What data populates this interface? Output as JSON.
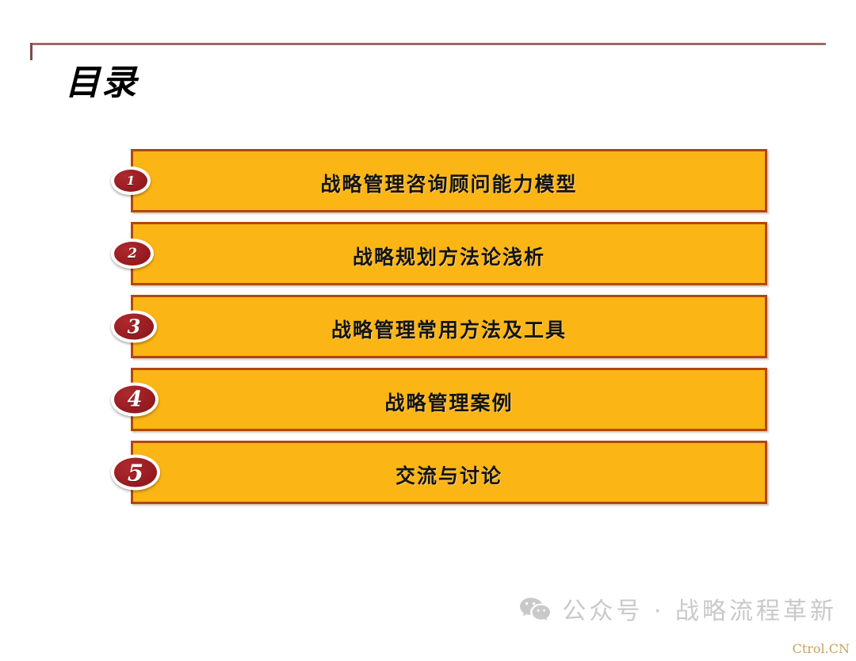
{
  "slide": {
    "title": "目录",
    "background_color": "#ffffff",
    "accent_rule_color": "#9e6b6b"
  },
  "toc": {
    "bar_fill_color": "#fbb515",
    "bar_border_color": "#b0480c",
    "badge_color": "#9a1d22",
    "items": [
      {
        "number": "1",
        "label": "战略管理咨询顾问能力模型"
      },
      {
        "number": "2",
        "label": "战略规划方法论浅析"
      },
      {
        "number": "3",
        "label": "战略管理常用方法及工具"
      },
      {
        "number": "4",
        "label": "战略管理案例"
      },
      {
        "number": "5",
        "label": "交流与讨论"
      }
    ]
  },
  "watermark": {
    "icon": "wechat-icon",
    "text": "公众号 · 战略流程革新",
    "color": "#c9c9c9"
  },
  "corner_mark": {
    "text": "Ctrol.CN",
    "color": "#c8a25e"
  }
}
